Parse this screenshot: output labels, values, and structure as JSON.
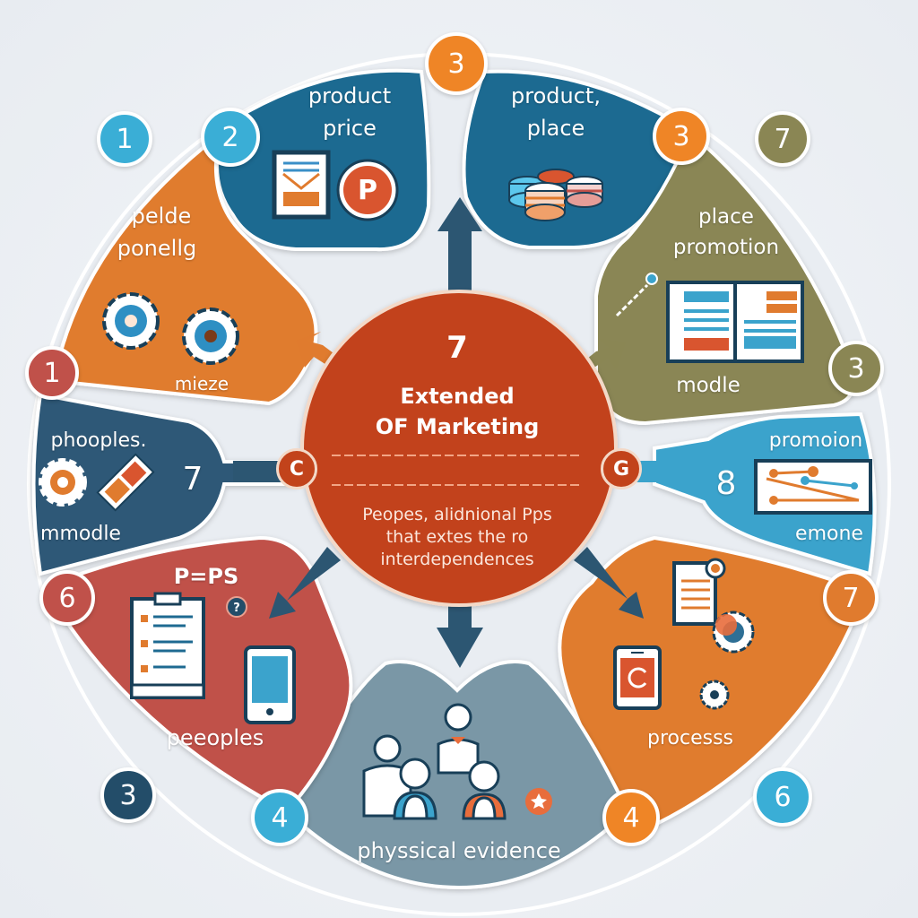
{
  "colors": {
    "background": "#eef1f5",
    "center": "#c2431b",
    "blue_dark": "#1e6a91",
    "navy": "#2d5877",
    "orange": "#e07b2e",
    "olive": "#8a8654",
    "sky": "#3ba3cc",
    "red": "#c0514a",
    "slate": "#7a97a6",
    "arrow": "#2c5672"
  },
  "center": {
    "number": "7",
    "title_line1": "Extended",
    "title_line2": "OF Marketing",
    "left_knob": "C",
    "right_knob": "G",
    "subtitle_line1": "Peopes, alidnional Pps",
    "subtitle_line2": "that extes the ro",
    "subtitle_line3": "interdependences"
  },
  "segments": [
    {
      "id": "product-price",
      "line1": "product",
      "line2": "price",
      "icons": [
        "document-icon",
        "p-circle-icon"
      ],
      "color": "#1e6a91"
    },
    {
      "id": "product-place",
      "line1": "product,",
      "line2": "place",
      "icons": [
        "coins-stack-icon"
      ],
      "color": "#1e6a91"
    },
    {
      "id": "place-promotion",
      "line1": "place",
      "line2": "promotion",
      "footer": "modle",
      "icons": [
        "open-book-icon",
        "pin-icon"
      ],
      "color": "#8a8654"
    },
    {
      "id": "promotion",
      "line1": "promoion",
      "side_number": "8",
      "footer": "emone",
      "icons": [
        "chart-board-icon"
      ],
      "color": "#3ba3cc"
    },
    {
      "id": "process",
      "footer": "processs",
      "icons": [
        "clipboard-icon",
        "gear-icon",
        "tablet-icon",
        "small-gear-icon"
      ],
      "color": "#e07b2e"
    },
    {
      "id": "physical-evidence",
      "footer": "physsical evidence",
      "icons": [
        "people-group-icon",
        "star-badge-icon"
      ],
      "color": "#7a97a6"
    },
    {
      "id": "people-pps",
      "line1": "P=PS",
      "footer": "peeoples",
      "icons": [
        "checklist-icon",
        "phone-icon",
        "question-badge-icon"
      ],
      "color": "#c0514a"
    },
    {
      "id": "phooples",
      "line1": "phooples.",
      "side_number": "7",
      "footer": "mmodle",
      "icons": [
        "gear-icon",
        "puzzle-icon"
      ],
      "color": "#2d5877"
    },
    {
      "id": "pelde-ponellg",
      "line1": "pelde",
      "line2": "ponellg",
      "footer": "mieze",
      "icons": [
        "gear-icon",
        "gear-icon"
      ],
      "color": "#e07b2e"
    }
  ],
  "badges": [
    {
      "label": "3",
      "color": "#ef8526",
      "pos": "top-center"
    },
    {
      "label": "1",
      "color": "#3aaed6",
      "pos": "top-left-outer"
    },
    {
      "label": "2",
      "color": "#3aaed6",
      "pos": "top-left-inner"
    },
    {
      "label": "3",
      "color": "#ef8526",
      "pos": "top-right-inner"
    },
    {
      "label": "7",
      "color": "#8a8654",
      "pos": "top-right-outer"
    },
    {
      "label": "1",
      "color": "#c0514a",
      "pos": "left-upper"
    },
    {
      "label": "3",
      "color": "#8a8654",
      "pos": "right-upper"
    },
    {
      "label": "6",
      "color": "#c0514a",
      "pos": "left-lower"
    },
    {
      "label": "7",
      "color": "#e07b2e",
      "pos": "right-lower"
    },
    {
      "label": "3",
      "color": "#234d69",
      "pos": "bottom-left-outer"
    },
    {
      "label": "4",
      "color": "#3aaed6",
      "pos": "bottom-left-inner"
    },
    {
      "label": "4",
      "color": "#ef8526",
      "pos": "bottom-right-inner"
    },
    {
      "label": "6",
      "color": "#3aaed6",
      "pos": "bottom-right-outer"
    }
  ]
}
